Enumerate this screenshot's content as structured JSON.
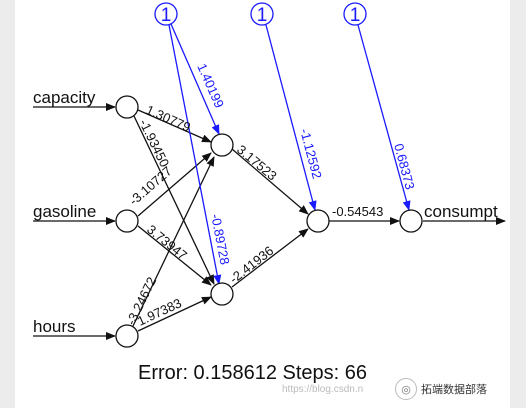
{
  "network": {
    "inputs": [
      "capacity",
      "gasoline",
      "hours"
    ],
    "output": "consumpt",
    "bias_label": "1",
    "weights": {
      "capacity_h1": "1.30779",
      "capacity_h2": "-1.93450",
      "gasoline_h1": "-3.10727",
      "gasoline_h2": "3.73947",
      "hours_h1": "-3.24672",
      "hours_h2": "1.97383",
      "bias1_h1": "1.40199",
      "bias1_h2": "-0.89728",
      "h1_out": "3.17523",
      "h2_out": "-2.41936",
      "bias2_out": "-1.12592",
      "out_final": "-0.54543",
      "bias3_final": "0.68373"
    },
    "colors": {
      "weights": "#111111",
      "bias": "#1a1aff"
    }
  },
  "footer": {
    "error": "Error: 0.158612   Steps: 66",
    "watermark_url": "https://blog.csdn.n",
    "watermark": "拓端数据部落"
  }
}
